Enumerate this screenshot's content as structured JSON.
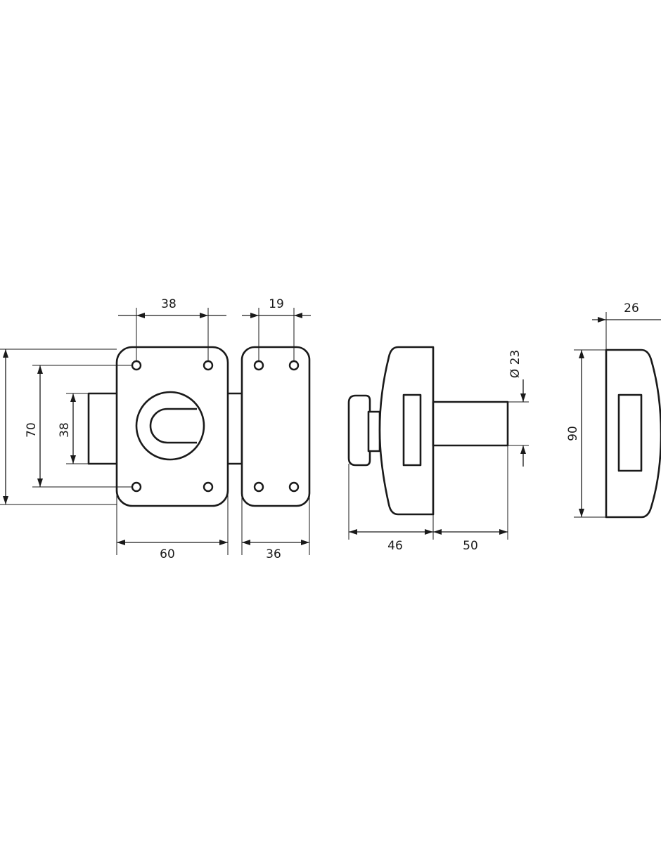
{
  "dimensions": {
    "front_hole_spacing": "38",
    "front_height_total": "...",
    "front_hole_vertical": "70",
    "front_bolt_height": "38",
    "front_width": "60",
    "keeper_hole_spacing": "19",
    "keeper_width": "36",
    "side_depth": "46",
    "bolt_throw": "50",
    "bolt_diameter": "Ø 23",
    "keeper_side_depth": "26",
    "keeper_side_height": "90"
  },
  "colors": {
    "line": "#1a1a1a",
    "background": "#ffffff"
  }
}
